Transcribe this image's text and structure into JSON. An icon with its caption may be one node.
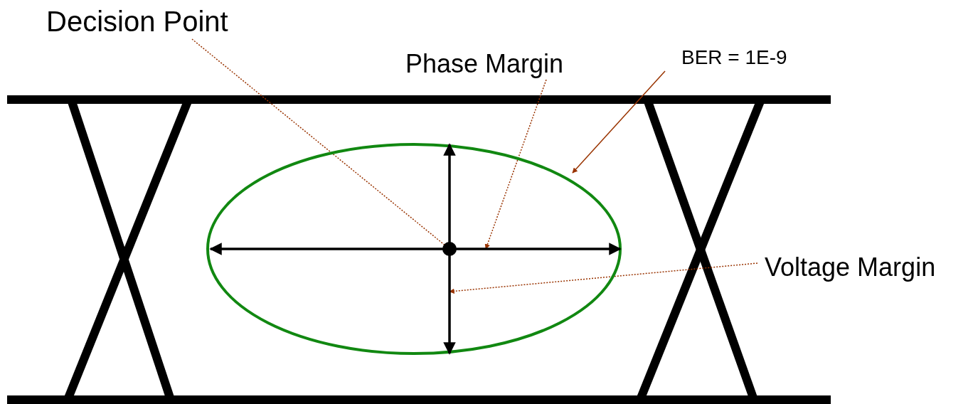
{
  "diagram": {
    "nodes": [
      {
        "text": [
          "Decision Point"
        ]
      },
      {
        "text": [
          "Phase Margin"
        ]
      },
      {
        "text": [
          "BER = 1E-9"
        ]
      },
      {
        "text": [
          "Voltage Margin"
        ]
      },
      {
        "text": [],
        "shape": "ellipse"
      },
      {
        "text": [],
        "shape": "circle"
      },
      {
        "text": [],
        "shape": "arrow",
        "in": 4
      },
      {
        "text": [],
        "shape": "arrow",
        "in": 4
      }
    ],
    "edges": [
      {
        "from": 0,
        "to": 5,
        "arrow": "to",
        "style": "dashed"
      },
      {
        "from": 1,
        "to": 6,
        "arrow": "to",
        "style": "dashed"
      },
      {
        "from": 2,
        "to": 4,
        "arrow": "to"
      },
      {
        "from": 3,
        "to": 7,
        "arrow": "to",
        "style": "dashed"
      }
    ]
  }
}
